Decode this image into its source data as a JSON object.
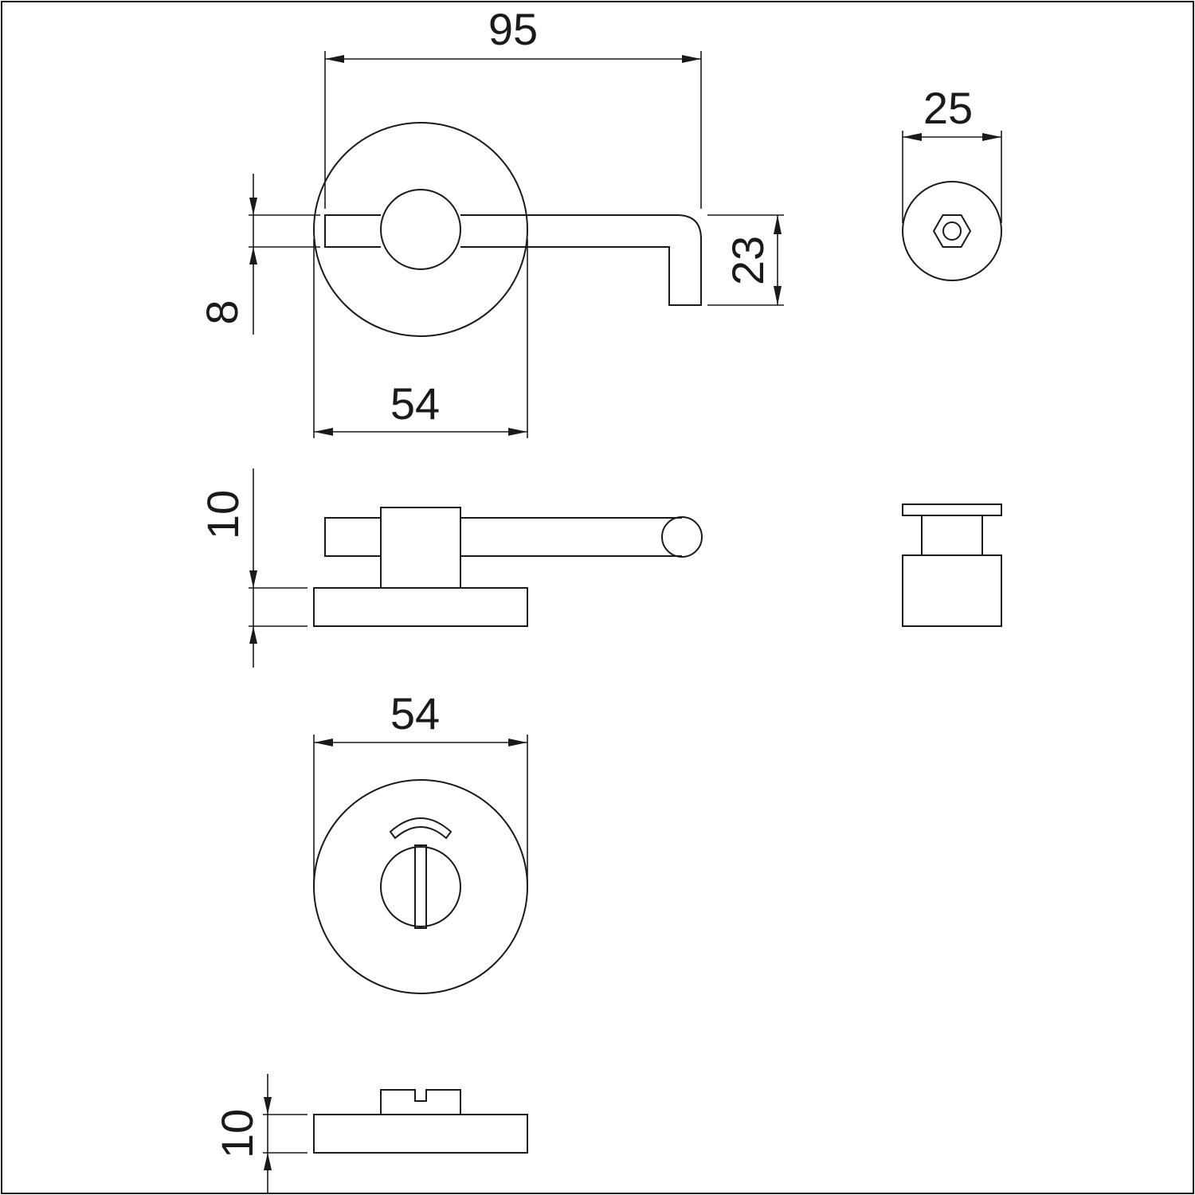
{
  "drawing": {
    "line_color": "#1a1a1a",
    "background": "#ffffff",
    "dimensions": {
      "lever_length": "95",
      "lever_rose_diameter": "54",
      "lever_thickness": "8",
      "lever_drop": "23",
      "knob_diameter": "25",
      "rose_thickness": "10",
      "turn_rose_diameter": "54",
      "turn_rose_thickness": "10"
    }
  }
}
